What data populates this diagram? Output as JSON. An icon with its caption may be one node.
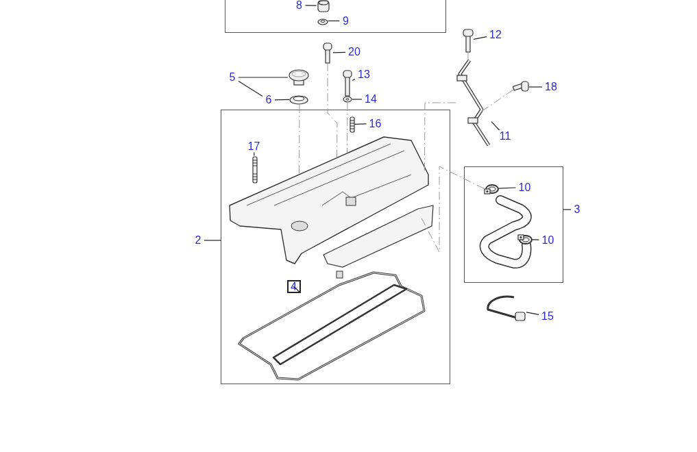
{
  "diagram": {
    "nodes": [
      {
        "text": [],
        "shape": "box"
      },
      {
        "text": [
          "8"
        ],
        "in": 0
      },
      {
        "text": [],
        "shape": "picture",
        "in": 0
      },
      {
        "text": [
          "9"
        ],
        "in": 0
      },
      {
        "text": [],
        "shape": "picture",
        "in": 0
      },
      {
        "text": [
          "20"
        ]
      },
      {
        "text": [],
        "shape": "picture"
      },
      {
        "text": [
          "12"
        ]
      },
      {
        "text": [],
        "shape": "picture"
      },
      {
        "text": [
          "5"
        ]
      },
      {
        "text": [],
        "shape": "picture"
      },
      {
        "text": [
          "13"
        ]
      },
      {
        "text": [],
        "shape": "picture"
      },
      {
        "text": [
          "18"
        ]
      },
      {
        "text": [],
        "shape": "picture"
      },
      {
        "text": [
          "6"
        ]
      },
      {
        "text": [],
        "shape": "picture"
      },
      {
        "text": [
          "14"
        ]
      },
      {
        "text": [],
        "shape": "picture"
      },
      {
        "text": [],
        "shape": "box"
      },
      {
        "text": [
          "16"
        ],
        "in": 19
      },
      {
        "text": [],
        "shape": "picture",
        "in": 19
      },
      {
        "text": [
          "11"
        ]
      },
      {
        "text": [],
        "shape": "picture"
      },
      {
        "text": [
          "17"
        ],
        "in": 19
      },
      {
        "text": [],
        "shape": "picture",
        "in": 19
      },
      {
        "text": [
          "2"
        ]
      },
      {
        "text": [],
        "shape": "box"
      },
      {
        "text": [
          "10"
        ],
        "in": 27
      },
      {
        "text": [],
        "shape": "picture",
        "in": 27
      },
      {
        "text": [
          "3"
        ]
      },
      {
        "text": [
          "10"
        ],
        "in": 27
      },
      {
        "text": [],
        "shape": "picture",
        "in": 27
      },
      {
        "text": [
          "4"
        ],
        "in": 19
      },
      {
        "text": [],
        "shape": "picture",
        "in": 19
      },
      {
        "text": [
          "15"
        ]
      },
      {
        "text": [],
        "shape": "picture"
      },
      {
        "text": [],
        "shape": "picture",
        "in": 19
      },
      {
        "text": [],
        "shape": "picture",
        "in": 19
      }
    ],
    "edges": [
      {
        "from": 1,
        "to": 2,
        "arrow": "none"
      },
      {
        "from": 3,
        "to": 4,
        "arrow": "none"
      },
      {
        "from": 5,
        "to": 6,
        "arrow": "none"
      },
      {
        "from": 7,
        "to": 8,
        "arrow": "none"
      },
      {
        "from": 9,
        "to": 10,
        "arrow": "none"
      },
      {
        "from": 9,
        "to": 15,
        "arrow": "none"
      },
      {
        "from": 11,
        "to": 12,
        "arrow": "none"
      },
      {
        "from": 13,
        "to": 14,
        "arrow": "none"
      },
      {
        "from": 15,
        "to": 16,
        "arrow": "none"
      },
      {
        "from": 17,
        "to": 18,
        "arrow": "none"
      },
      {
        "from": 20,
        "to": 21,
        "arrow": "none"
      },
      {
        "from": 22,
        "to": 23,
        "arrow": "none"
      },
      {
        "from": 24,
        "to": 25,
        "arrow": "none"
      },
      {
        "from": 26,
        "to": 19,
        "arrow": "none"
      },
      {
        "from": 28,
        "to": 29,
        "arrow": "none"
      },
      {
        "from": 30,
        "to": 27,
        "arrow": "none"
      },
      {
        "from": 31,
        "to": 32,
        "arrow": "none"
      },
      {
        "from": 33,
        "to": 34,
        "arrow": "none"
      },
      {
        "from": 35,
        "to": 36,
        "arrow": "none"
      },
      {
        "from": 6,
        "to": 37,
        "arrow": "none",
        "style": "dashed",
        "color": "#999999"
      },
      {
        "from": 18,
        "to": 37,
        "arrow": "none",
        "style": "dashed",
        "color": "#999999"
      },
      {
        "from": 16,
        "to": 37,
        "arrow": "none",
        "style": "dashed",
        "color": "#999999"
      },
      {
        "from": 8,
        "to": 23,
        "arrow": "none",
        "style": "dashed",
        "color": "#999999"
      },
      {
        "from": 23,
        "to": 37,
        "arrow": "none",
        "style": "dashed",
        "color": "#999999"
      },
      {
        "from": 14,
        "to": 23,
        "arrow": "none",
        "style": "dashed",
        "color": "#999999"
      },
      {
        "from": 29,
        "to": 38,
        "arrow": "none",
        "style": "dashed",
        "color": "#999999"
      }
    ]
  }
}
